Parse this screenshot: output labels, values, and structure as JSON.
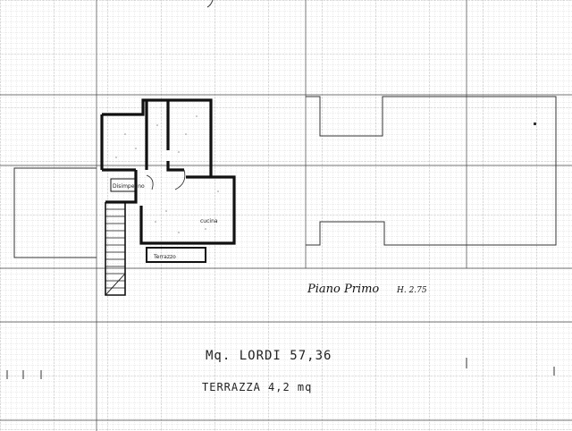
{
  "drawing": {
    "colors": {
      "ink": "#1a1a1a",
      "grid": "#9a9a9a",
      "paper": "#ffffff"
    },
    "rooms": {
      "disimpegno": "Disimpegno",
      "cucina": "cucina",
      "terrazzo": "Terrazzo"
    },
    "floor_title": "Piano Primo",
    "floor_height": "H. 2.75",
    "area_lordi": "Mq. LORDI 57,36",
    "area_terrazza": "TERRAZZA 4,2 mq"
  }
}
